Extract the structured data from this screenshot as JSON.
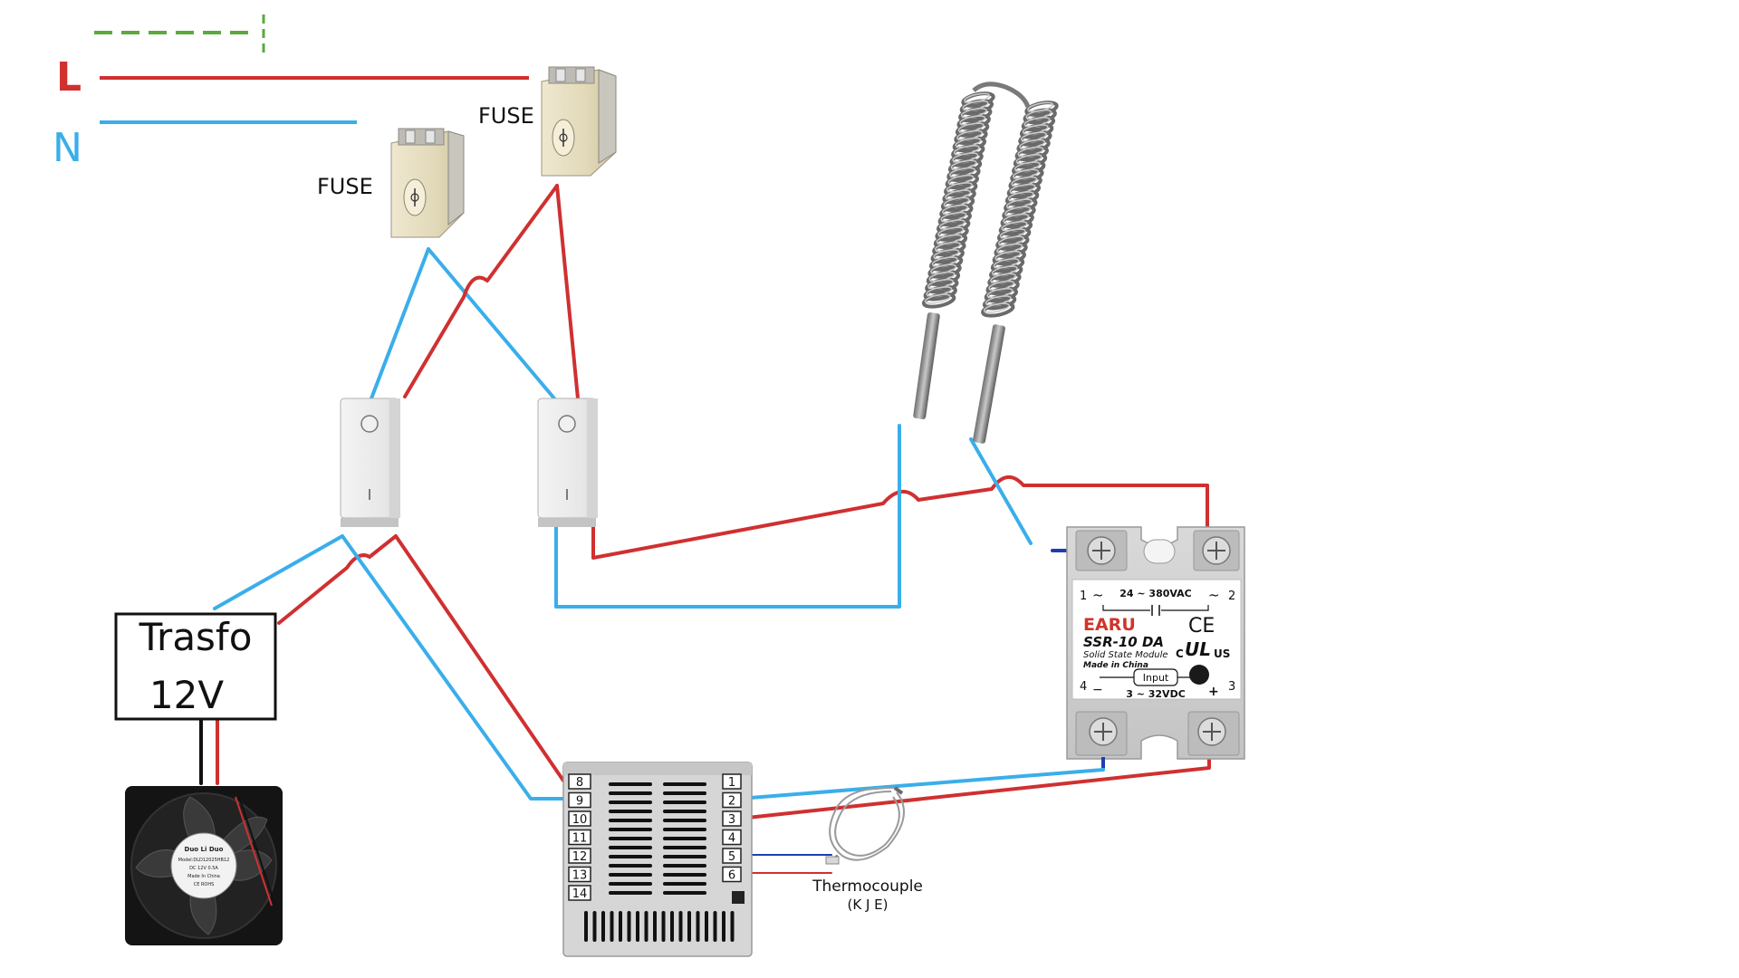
{
  "legend": {
    "line_label": "L",
    "neutral_label": "N"
  },
  "fuse_left_label": "FUSE",
  "fuse_right_label": "FUSE",
  "trafo": {
    "line1": "Trasfo",
    "line2": "12V"
  },
  "fan": {
    "brand": "Duo Li Duo",
    "model_line": "Model:DLD12025HB12",
    "rating_line": "DC 12V 0.5A",
    "origin": "Made In China",
    "code": "CE ROHS"
  },
  "controller": {
    "terminals_left": [
      "8",
      "9",
      "10",
      "11",
      "12",
      "13",
      "14"
    ],
    "terminals_right": [
      "1",
      "2",
      "3",
      "4",
      "5",
      "6"
    ]
  },
  "thermocouple": {
    "label": "Thermocouple",
    "types": "(K J E)"
  },
  "ssr": {
    "brand": "EARU",
    "model": "SSR-10 DA",
    "subtitle": "Solid State Module",
    "made_in": "Made in China",
    "ac_range": "24 ~ 380VAC",
    "input_label": "Input",
    "dc_range": "3 ~ 32VDC",
    "pin1": "1",
    "pin2": "2",
    "pin3": "3",
    "pin4": "4",
    "tilde_left": "~",
    "tilde_right": "~",
    "minus": "−",
    "plus": "+",
    "ce": "CE",
    "ul": "UL",
    "c_mark": "C",
    "us_mark": "US"
  },
  "colors": {
    "line_wire": "#d03030",
    "neutral_wire": "#3aaeea",
    "earth_wire": "#5aaa3c",
    "black_wire": "#111111",
    "earu_red": "#d0342a"
  }
}
